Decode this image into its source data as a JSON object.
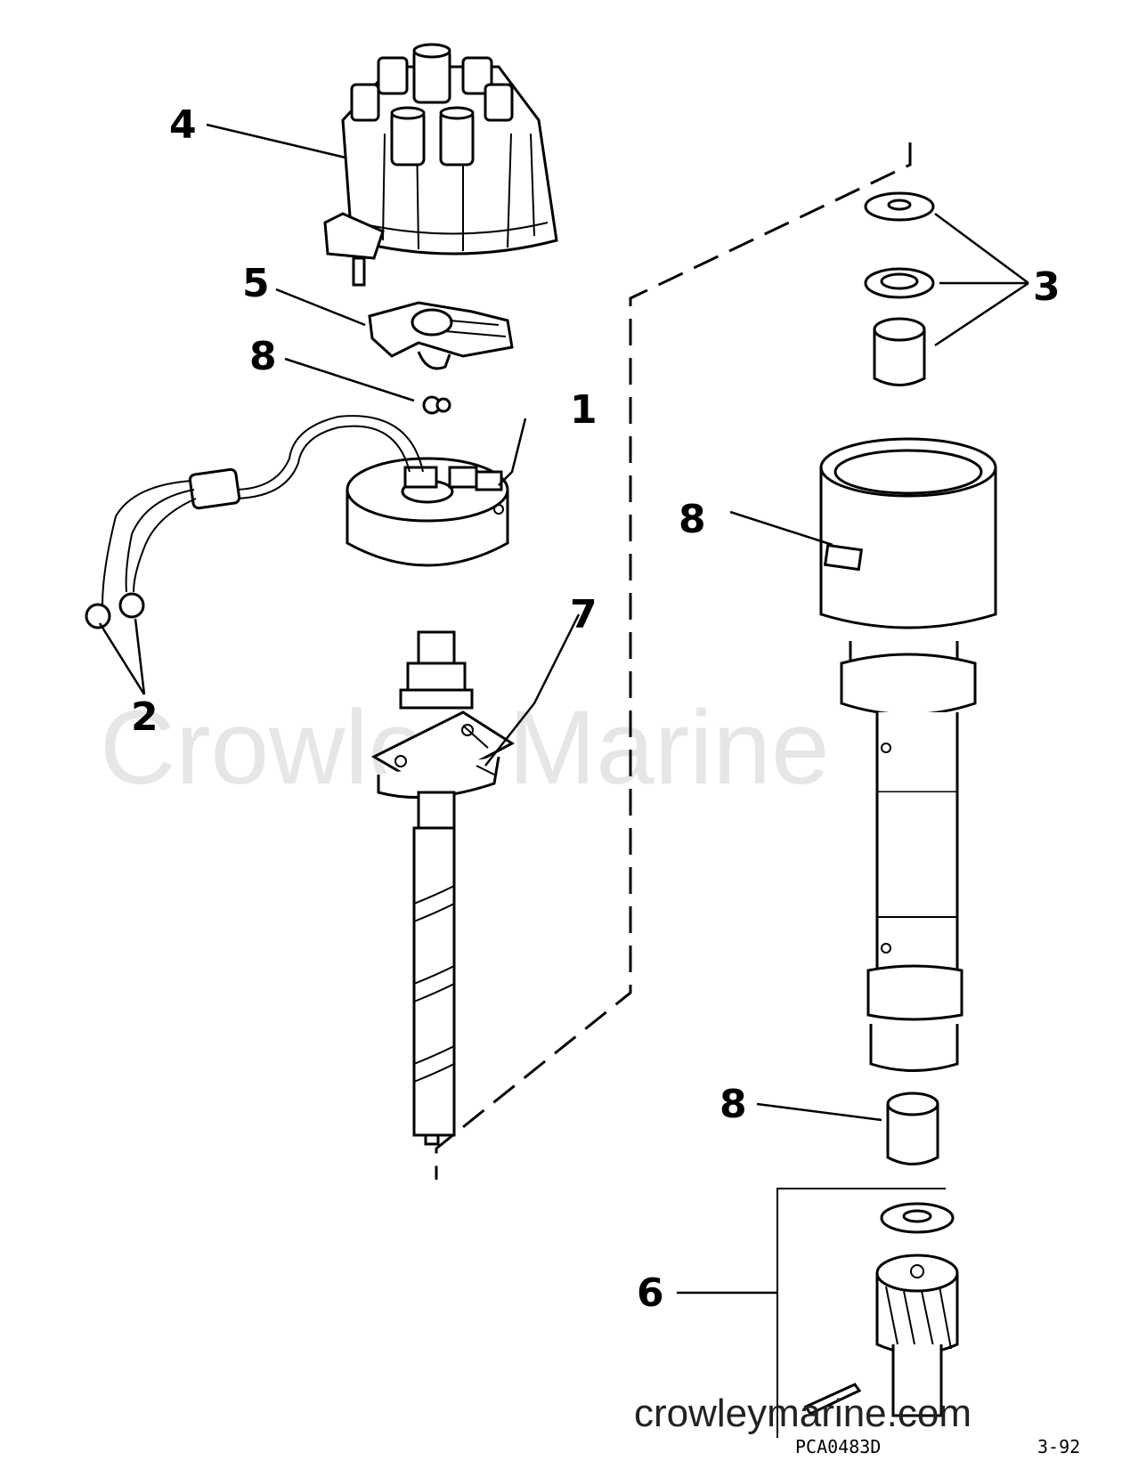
{
  "watermark": {
    "text": "Crowley Marine",
    "url": "crowleymarine.com"
  },
  "drawing": {
    "code": "PCA0483D",
    "page": "3-92"
  },
  "callouts": [
    "4",
    "5",
    "8",
    "1",
    "2",
    "7",
    "3",
    "8",
    "8",
    "6"
  ]
}
